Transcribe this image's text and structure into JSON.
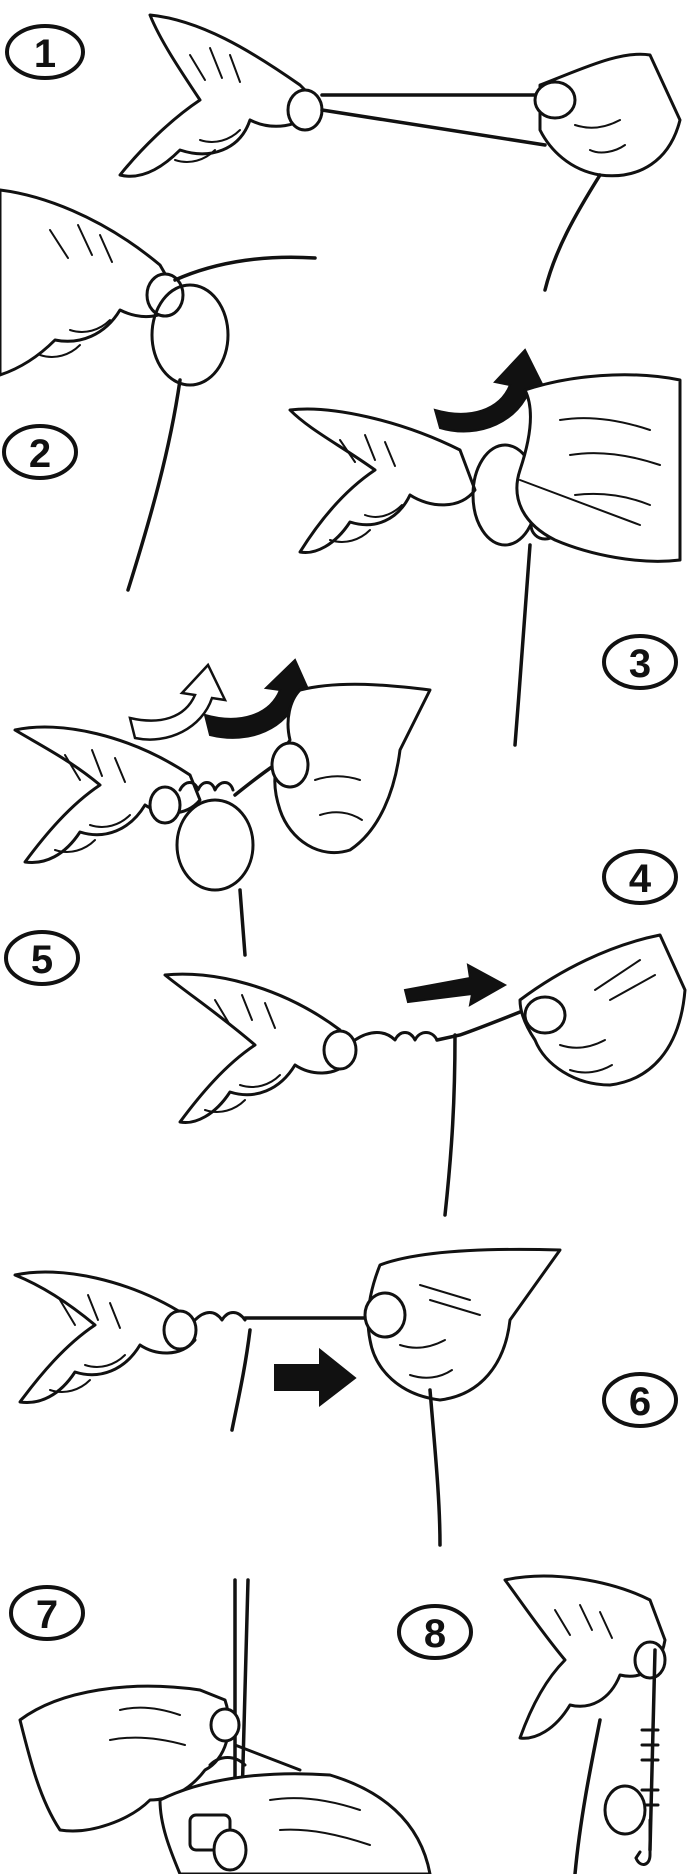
{
  "steps": [
    {
      "number": "1"
    },
    {
      "number": "2"
    },
    {
      "number": "3"
    },
    {
      "number": "4"
    },
    {
      "number": "5"
    },
    {
      "number": "6"
    },
    {
      "number": "7"
    },
    {
      "number": "8"
    }
  ]
}
